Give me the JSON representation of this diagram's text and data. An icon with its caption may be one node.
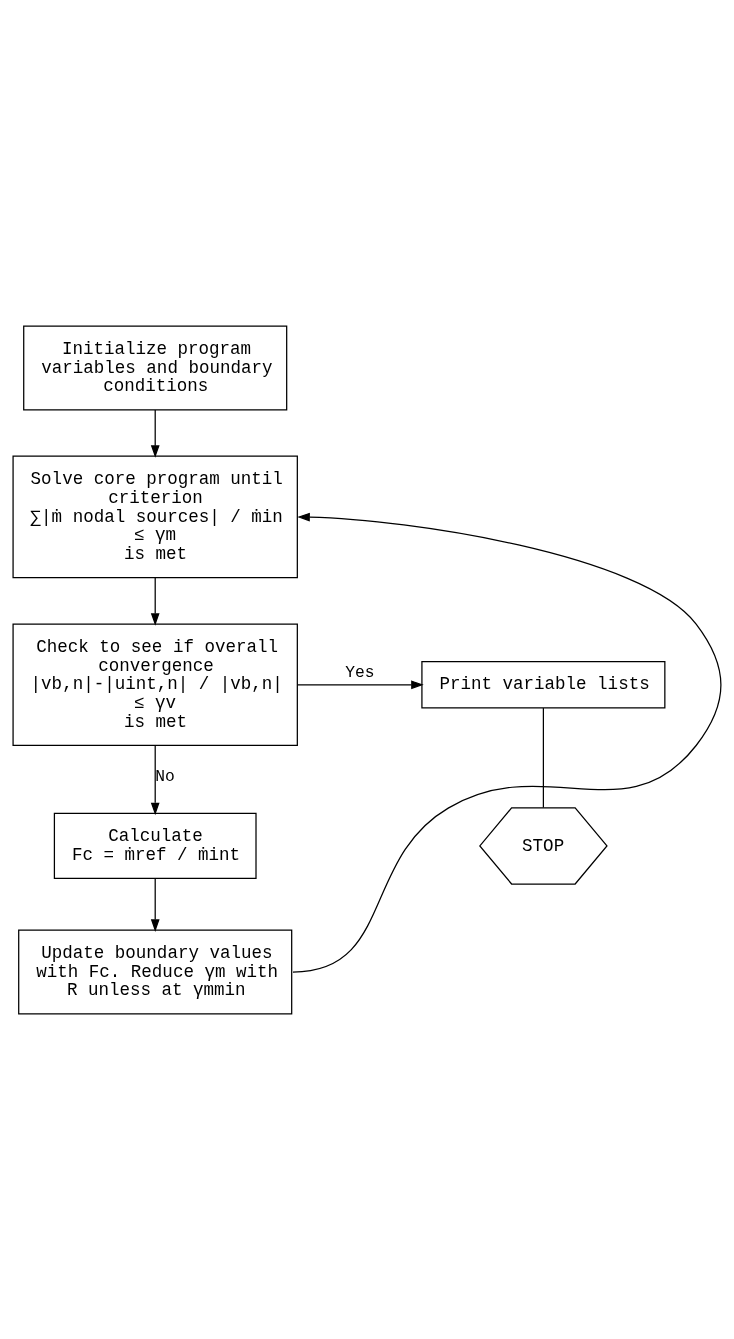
{
  "diagram": {
    "nodes": [
      {
        "text": [
          "Initialize program variables and boundary conditions"
        ]
      },
      {
        "text": [
          "Solve core program until criterion",
          "∑|ṁ nodal sources| / ṁin ≤ γm",
          "is met"
        ]
      },
      {
        "text": [
          "Check to see if overall convergence",
          "|vb,n|-|uint,n| / |vb,n| ≤ γv",
          "is met"
        ]
      },
      {
        "text": [
          "Print variable lists"
        ]
      },
      {
        "text": [
          "STOP"
        ]
      },
      {
        "text": [
          "Calculate",
          "Fc = ṁref / ṁint"
        ]
      },
      {
        "text": [
          "Update boundary values with Fc. Reduce γm with R unless at γmmin"
        ]
      }
    ],
    "edges": [
      {
        "from": 0,
        "to": 1,
        "arrow": "to"
      },
      {
        "from": 1,
        "to": 2,
        "arrow": "to"
      },
      {
        "from": 2,
        "to": 3,
        "arrow": "to",
        "label": "Yes"
      },
      {
        "from": 3,
        "to": 4,
        "arrow": "none"
      },
      {
        "from": 2,
        "to": 5,
        "arrow": "to",
        "label": "No"
      },
      {
        "from": 5,
        "to": 6,
        "arrow": "to"
      },
      {
        "from": 6,
        "to": 1,
        "arrow": "to"
      }
    ]
  }
}
